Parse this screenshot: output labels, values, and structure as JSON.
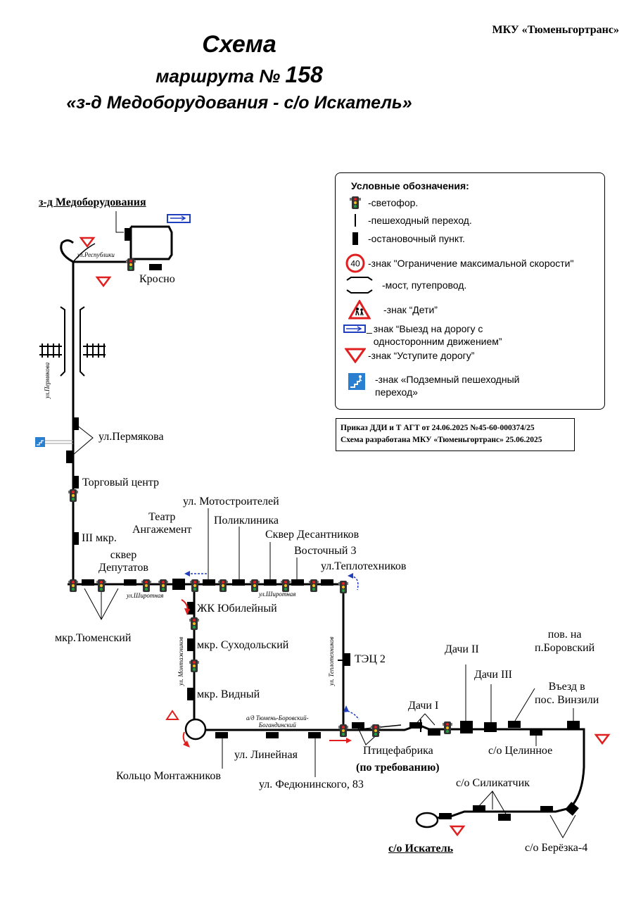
{
  "org": "МКУ «Тюменьгортранс»",
  "title": {
    "line1": "Схема",
    "line2_prefix": "маршрута № ",
    "line2_number": "158",
    "line3": "«з-д Медоборудования - с/о Искатель»"
  },
  "legend": {
    "heading": "Условные обозначения:",
    "items": [
      {
        "icon": "traffic-light-icon",
        "text": "-светофор."
      },
      {
        "icon": "pedestrian-crossing-icon",
        "text": "-пешеходный переход."
      },
      {
        "icon": "bus-stop-icon",
        "text": "-остановочный пункт."
      },
      {
        "icon": "speed-limit-sign-icon",
        "text": "-знак \"Ограничение максимальной скорости\"",
        "sign_value": "40"
      },
      {
        "icon": "bridge-icon",
        "text": "-мост, путепровод."
      },
      {
        "icon": "children-sign-icon",
        "text": "-знак “Дети”"
      },
      {
        "icon": "one-way-exit-sign-icon",
        "text": "знак “Выезд на дорогу с односторонним движением”",
        "prefix": "_"
      },
      {
        "icon": "yield-sign-icon",
        "text": "-знак “Уступите дорогу”"
      },
      {
        "icon": "underground-crossing-sign-icon",
        "text": "-знак «Подземный пешеходный переход»"
      }
    ]
  },
  "order": {
    "line1": "Приказ ДДИ и Т АГТ от 24.06.2025 №45-60-000374/25",
    "line2": "Схема разработана МКУ «Тюменьгортранс» 25.06.2025"
  },
  "terminals": {
    "start": "з-д Медоборудования",
    "end": "с/о Искатель"
  },
  "stops": {
    "krosno": "Кросно",
    "permyakova": "ул.Пермякова",
    "torgovy": "Торговый центр",
    "mkr3": "III мкр.",
    "skver_deputatov": "сквер\nДепутатов",
    "teatr": "Театр\nАнгажемент",
    "motostroiteley": "ул. Мотостроителей",
    "poliklinika": "Поликлиника",
    "skver_desantnikov": "Сквер Десантников",
    "vostochny3": "Восточный 3",
    "teplotekhnikov": "ул.Теплотехников",
    "tyumensky": "мкр.Тюменский",
    "yubileyny": "ЖК Юбилейный",
    "sukhodolsky": "мкр. Суходольский",
    "vidny": "мкр. Видный",
    "tets2": "ТЭЦ 2",
    "koltso": "Кольцо Монтажников",
    "lineynaya": "ул. Линейная",
    "fedyuninskogo": "ул. Федюнинского, 83",
    "ptitsefabrika": "Птицефабрика",
    "po_trebovaniyu": "(по требованию)",
    "dachi1": "Дачи I",
    "dachi2": "Дачи II",
    "dachi3": "Дачи III",
    "pov_borovsky": "пов. на\nп.Боровский",
    "vezd_vinzili": "Въезд в\nпос. Винзили",
    "tselinnoe": "с/о Целинное",
    "silikatchik": "с/о Силикатчик",
    "beryozka4": "с/о Берёзка-4"
  },
  "streets": {
    "respubliki": "ул.Республики",
    "permyakova": "ул.Пермякова",
    "shirotnaya_left": "ул.Широтная",
    "shirotnaya_right": "ул.Широтная",
    "montazhnikov": "ул. Монтажников",
    "teplotekhnikov": "ул. Теплотехников",
    "borovsky_road": "а/д Тюмень-Боровский-\nБогандинский"
  },
  "colors": {
    "sign_red": "#e02020",
    "sign_blue": "#1f3fbf",
    "underground_blue": "#2a7fd0",
    "arrow_red": "#e02020",
    "arrow_blue": "#1f3fbf"
  }
}
